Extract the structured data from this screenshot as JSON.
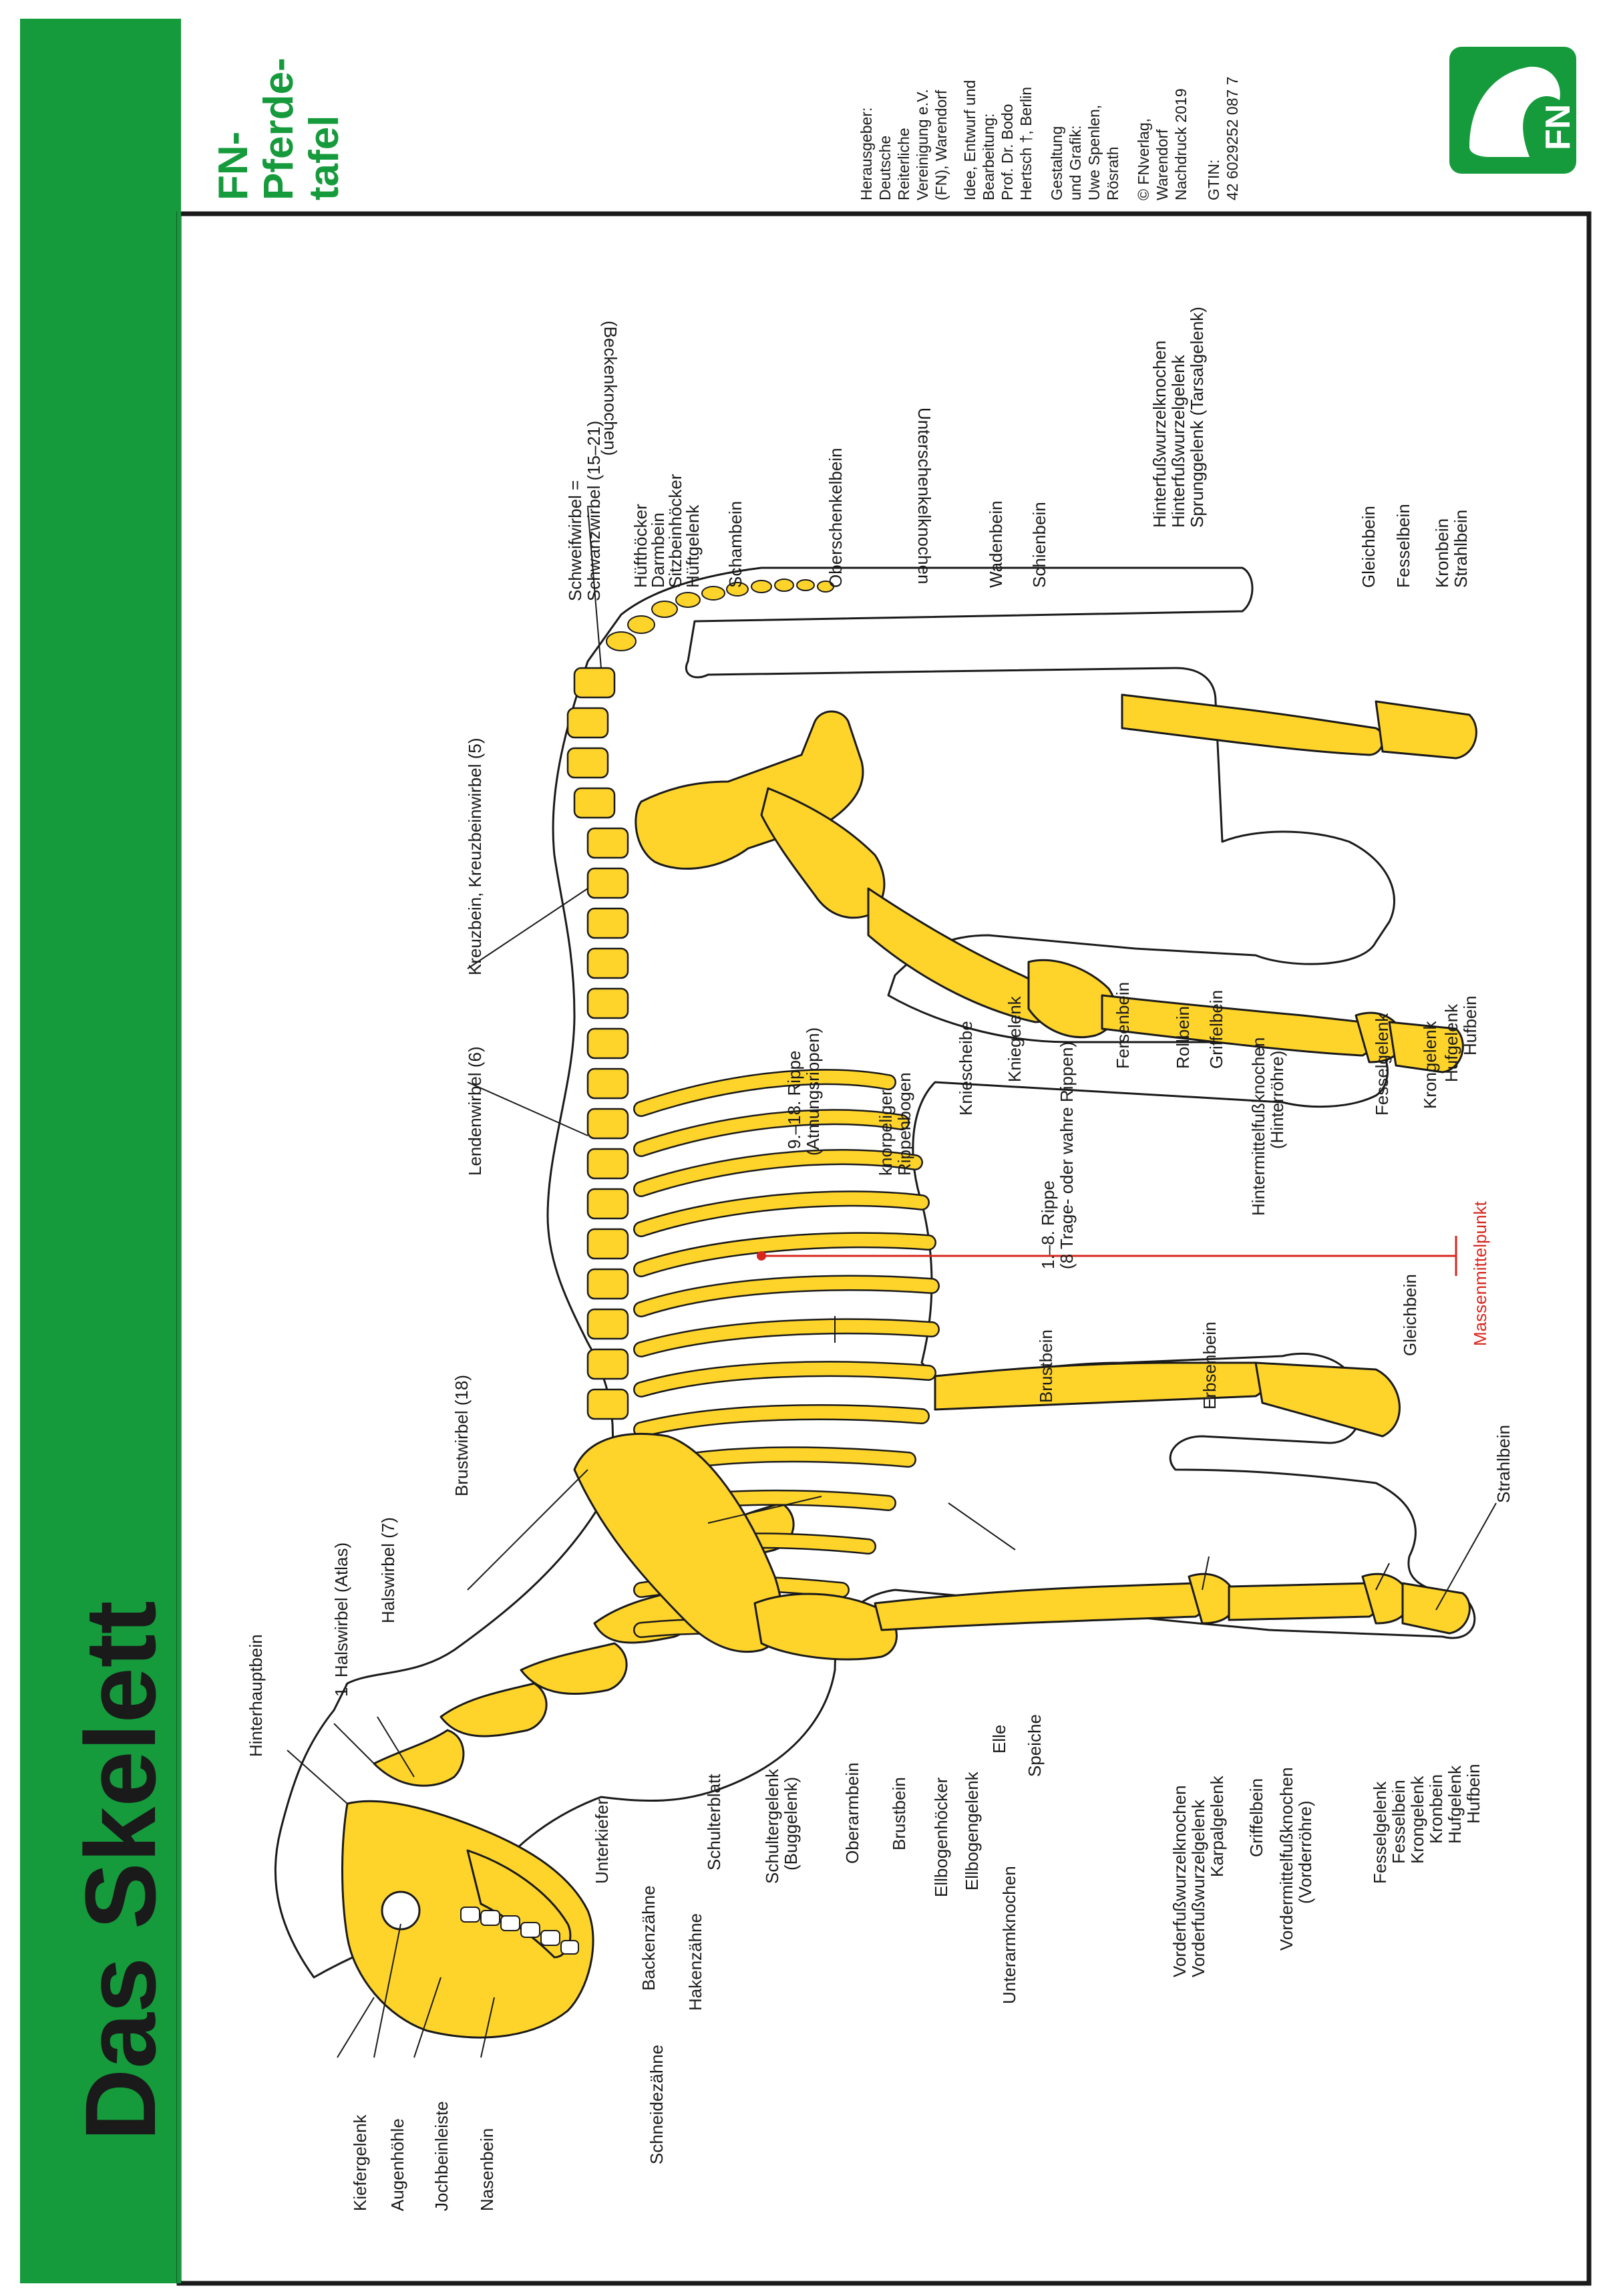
{
  "poster": {
    "title": "Das Skelett",
    "series_title": [
      "FN-",
      "Pferde-",
      "tafel"
    ],
    "brand_mark": "FN",
    "colors": {
      "green": "#159a3c",
      "bone_yellow": "#ffd42a",
      "ink": "#1a1a1a",
      "accent_red": "#d7261e"
    }
  },
  "publisher": {
    "block1": [
      "Herausgeber:",
      "Deutsche",
      "Reiterliche",
      "Vereinigung e.V.",
      "(FN), Warendorf"
    ],
    "block2": [
      "Idee, Entwurf und",
      "Bearbeitung:",
      "Prof. Dr. Bodo",
      "Hertsch †, Berlin"
    ],
    "block3": [
      "Gestaltung",
      "und Grafik:",
      "Uwe Spenlen,",
      "Rösrath"
    ],
    "block4": [
      "© FNverlag,",
      "Warendorf",
      "Nachdruck 2019"
    ],
    "block5": [
      "GTIN:",
      "42 6029252 087 7"
    ]
  },
  "labels": {
    "kiefergelenk": "Kiefergelenk",
    "augenhoehle": "Augenhöhle",
    "jochbeinleiste": "Jochbeinleiste",
    "nasenbein": "Nasenbein",
    "schneidezaehne": "Schneidezähne",
    "hakenzaehne": "Hakenzähne",
    "backenzaehne": "Backenzähne",
    "unterkiefer": "Unterkiefer",
    "hinterhauptbein": "Hinterhauptbein",
    "halswirbel_atlas": "1. Halswirbel (Atlas)",
    "halswirbel": "Halswirbel (7)",
    "brustwirbel": "Brustwirbel (18)",
    "lendenwirbel": "Lendenwirbel (6)",
    "kreuzbein": "Kreuzbein, Kreuzbeinwirbel (5)",
    "schweifwirbel_1": "Schweifwirbel =",
    "schweifwirbel_2": "Schwanzwirbel (15–21)",
    "huefthoecker": "Hüfthöcker",
    "darmbein": "Darmbein",
    "sitzbeinhoecker": "Sitzbeinhöcker",
    "hueftgelenk": "Hüftgelenk",
    "schambein": "Schambein",
    "beckenknochen": "(Beckenknochen)",
    "oberschenkelbein": "Oberschenkelbein",
    "wadenbein": "Wadenbein",
    "schienbein": "Schienbein",
    "unterschenkelknochen": "Unterschenkelknochen",
    "hinterfusswurzelknochen": "Hinterfußwurzelknochen",
    "hinterfusswurzelgelenk": "Hinterfußwurzelgelenk",
    "sprunggelenk": "Sprunggelenk (Tarsalgelenk)",
    "gleichbein_h": "Gleichbein",
    "fesselbein_h": "Fesselbein",
    "kronbein_h": "Kronbein",
    "strahlbein_h": "Strahlbein",
    "kniescheibe": "Kniescheibe",
    "kniegelenk": "Kniegelenk",
    "fersenbein": "Fersenbein",
    "rollbein": "Rollbein",
    "griffelbein_h": "Griffelbein",
    "hintermittelfuss_1": "Hintermittelfußknochen",
    "hintermittelfuss_2": "(Hinterröhre)",
    "fesselgelenk_h": "Fesselgelenk",
    "krongelenk_h": "Krongelenk",
    "hufgelenk_h": "Hufgelenk",
    "hufbein_h": "Hufbein",
    "rippe_9_18_1": "9.–18. Rippe",
    "rippe_9_18_2": "(Atmungsrippen)",
    "knorpeliger_1": "knorpeliger",
    "knorpeliger_2": "Rippenbogen",
    "rippe_1_8_1": "1.–8. Rippe",
    "rippe_1_8_2": "(8 Trage- oder wahre Rippen)",
    "massenmittelpunkt": "Massenmittelpunkt",
    "brustbein_r": "Brustbein",
    "erbsenbein": "Erbsenbein",
    "gleichbein_v": "Gleichbein",
    "strahlbein_v": "Strahlbein",
    "schulterblatt": "Schulterblatt",
    "schultergelenk_1": "Schultergelenk",
    "schultergelenk_2": "(Buggelenk)",
    "oberarmbein": "Oberarmbein",
    "brustbein_b": "Brustbein",
    "ellbogenhoecker": "Ellbogenhöcker",
    "ellbogengelenk": "Ellbogengelenk",
    "elle": "Elle",
    "speiche": "Speiche",
    "unterarmknochen": "Unterarmknochen",
    "vorderfusswurzelknochen": "Vorderfußwurzelknochen",
    "vorderfusswurzelgelenk": "Vorderfußwurzelgelenk",
    "karpalgelenk": "Karpalgelenk",
    "griffelbein_v": "Griffelbein",
    "vordermittelfuss_1": "Vordermittelfußknochen",
    "vordermittelfuss_2": "(Vorderröhre)",
    "fesselgelenk_v": "Fesselgelenk",
    "fesselbein_v": "Fesselbein",
    "krongelenk_v": "Krongelenk",
    "kronbein_v": "Kronbein",
    "hufgelenk_v": "Hufgelenk",
    "hufbein_v": "Hufbein"
  }
}
